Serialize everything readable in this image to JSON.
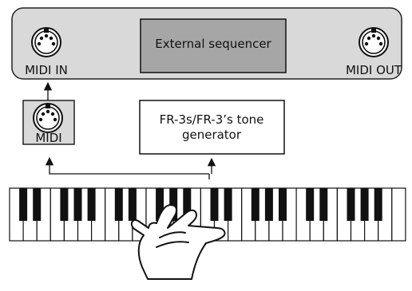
{
  "external_device": {
    "name": "External sequencer",
    "midi_in_label": "MIDI IN",
    "midi_out_label": "MIDI OUT",
    "panel_color": "#d9d9d9",
    "sequencer_box_color": "#a6a6a6"
  },
  "instrument": {
    "midi_port_label": "MIDI",
    "midi_box_color": "#d9d9d9",
    "tone_generator_lines": [
      "FR-3s/FR-3’s tone",
      "generator"
    ]
  },
  "icons": {
    "midi_connector": "midi-din-connector-icon",
    "hand": "hand-pressing-keys-icon"
  }
}
